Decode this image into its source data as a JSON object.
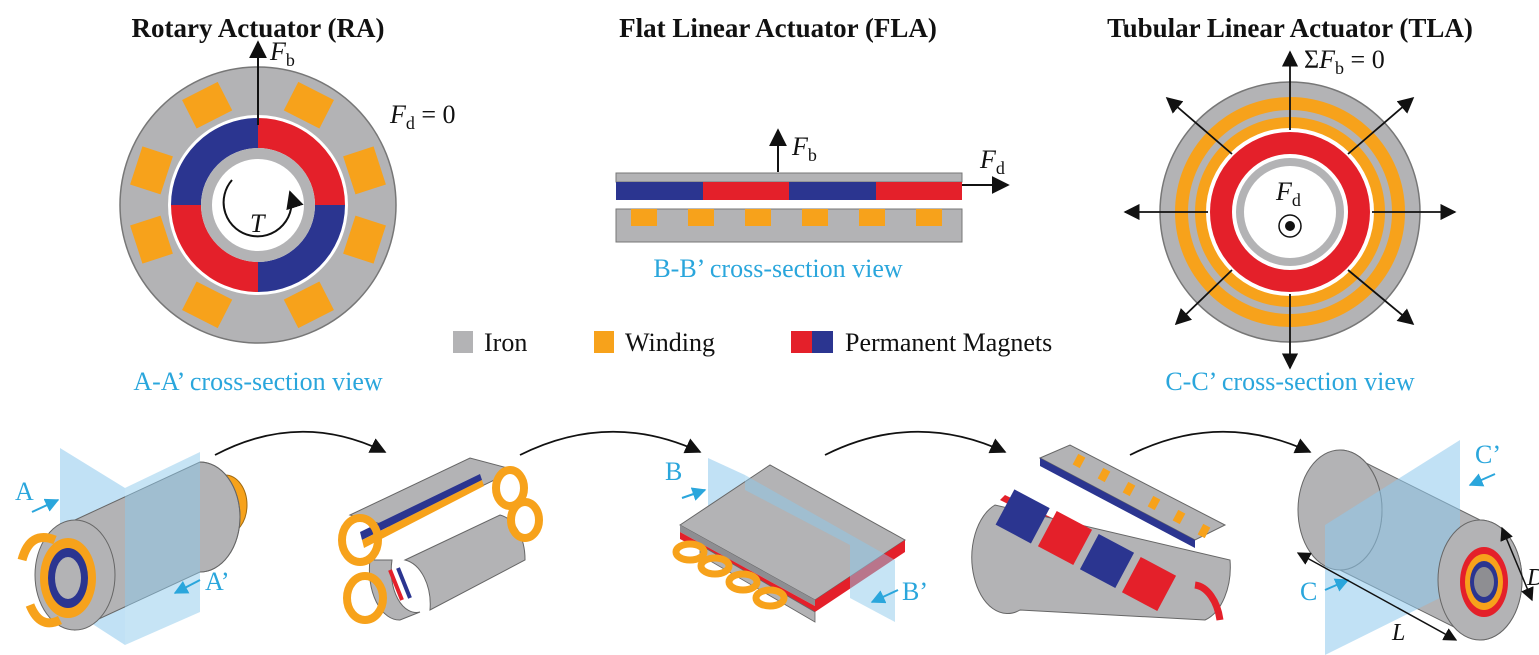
{
  "titles": {
    "ra": "Rotary Actuator (RA)",
    "fla": "Flat Linear Actuator (FLA)",
    "tla": "Tubular Linear Actuator (TLA)"
  },
  "labels": {
    "f": "F",
    "b": "b",
    "d": "d",
    "eq_zero": " = 0",
    "sum": "Σ",
    "torque": "T",
    "length": "L",
    "diameter": "D"
  },
  "captions": {
    "ra": "A-A’ cross-section view",
    "fla": "B-B’ cross-section view",
    "tla": "C-C’ cross-section view"
  },
  "legend": {
    "iron": "Iron",
    "winding": "Winding",
    "magnets": "Permanent Magnets"
  },
  "section_marks": {
    "a": "A",
    "a_prime": "A’",
    "b": "B",
    "b_prime": "B’",
    "c": "C",
    "c_prime": "C’"
  },
  "colors": {
    "iron": "#b3b3b5",
    "iron_dark": "#8e8e92",
    "winding": "#f7a21b",
    "magnet_red": "#e4202a",
    "magnet_blue": "#2b3590",
    "section_plane": "#8ec9ec",
    "caption": "#2aa6dc"
  }
}
